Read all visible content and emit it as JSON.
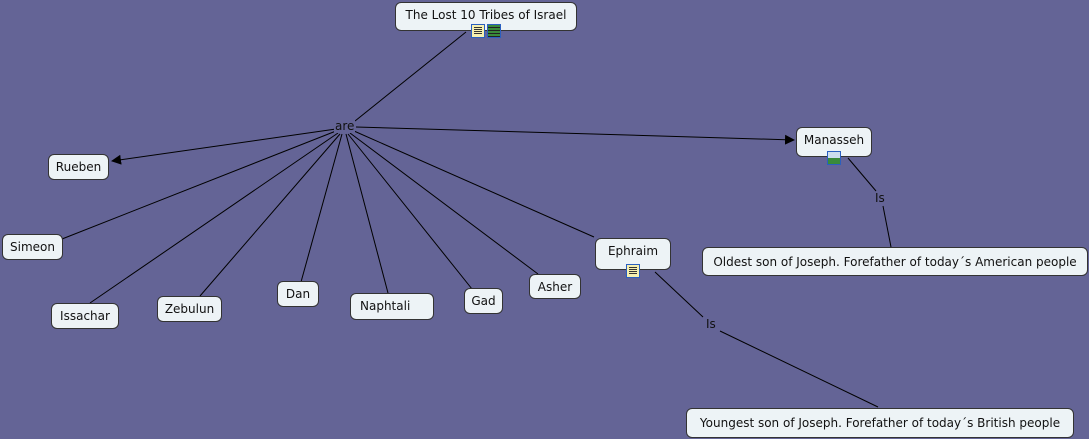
{
  "title": "The Lost 10 Tribes of Israel",
  "link_are": "are",
  "link_is": "Is",
  "nodes": {
    "rueben": "Rueben",
    "simeon": "Simeon",
    "issachar": "Issachar",
    "zebulun": "Zebulun",
    "dan": "Dan",
    "naphtali": "Naphtali",
    "gad": "Gad",
    "asher": "Asher",
    "ephraim": "Ephraim",
    "manasseh": "Manasseh",
    "oldest": "Oldest son of Joseph. Forefather of today´s American people",
    "youngest": "Youngest son of Joseph. Forefather of today´s British people"
  },
  "colors": {
    "background": "#646496",
    "node": "#edf3f6"
  }
}
